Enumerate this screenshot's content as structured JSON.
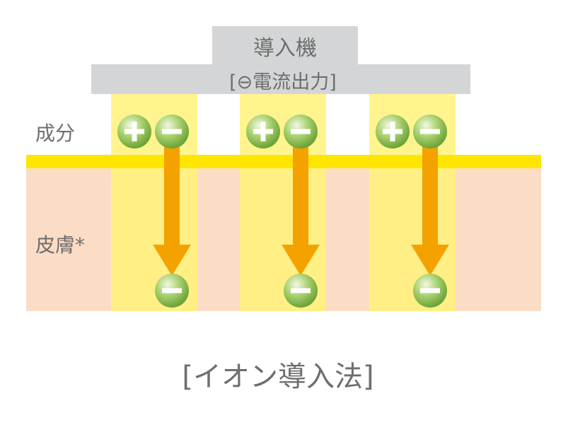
{
  "device": {
    "name": "導入機",
    "output_label": "[⊖電流出力]"
  },
  "labels": {
    "ingredient": "成分",
    "skin": "皮膚*"
  },
  "caption": "[イオン導入法]",
  "colors": {
    "device_box": "#d4d5d6",
    "skin_area": "#fbdcc4",
    "skin_surface": "#fee600",
    "column_highlight": "#fff27a",
    "arrow": "#f3a200",
    "ion_ball": "#8cc04f",
    "text": "#6e6e6e"
  },
  "icons": {
    "positive_ion": "plus-ion-icon",
    "negative_ion": "minus-ion-icon",
    "arrow": "arrow-down-icon"
  },
  "columns_count": 3
}
